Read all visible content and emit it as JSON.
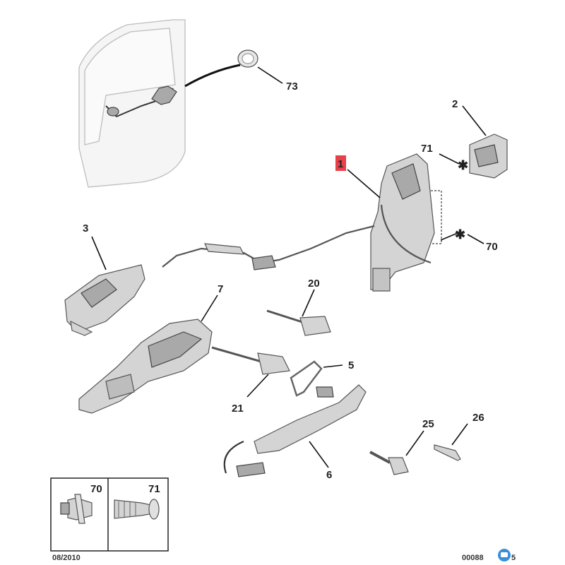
{
  "callouts": [
    {
      "id": "73",
      "label": "73"
    },
    {
      "id": "2",
      "label": "2"
    },
    {
      "id": "71",
      "label": "71"
    },
    {
      "id": "1",
      "label": "1",
      "highlight": "#e8404a"
    },
    {
      "id": "70",
      "label": "70"
    },
    {
      "id": "3",
      "label": "3"
    },
    {
      "id": "7",
      "label": "7"
    },
    {
      "id": "20",
      "label": "20"
    },
    {
      "id": "5",
      "label": "5"
    },
    {
      "id": "21",
      "label": "21"
    },
    {
      "id": "25",
      "label": "25"
    },
    {
      "id": "26",
      "label": "26"
    },
    {
      "id": "6",
      "label": "6"
    }
  ],
  "fastener_box": {
    "left_label": "70",
    "right_label": "71"
  },
  "footer": {
    "date": "08/2010",
    "ref": "00088",
    "ref_suffix": "5"
  },
  "colors": {
    "highlight": "#e8404a",
    "badge": "#3b8fd6"
  }
}
